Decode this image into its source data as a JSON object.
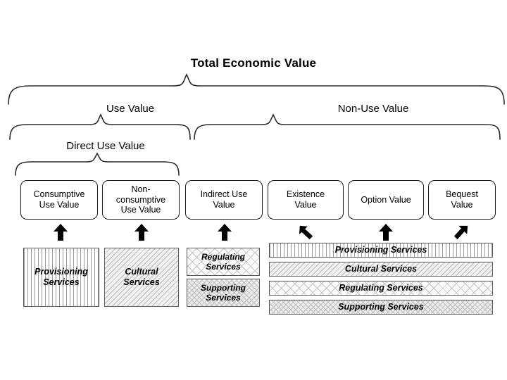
{
  "diagram": {
    "title": "Total Economic Value",
    "tiers": [
      {
        "label": "Use Value"
      },
      {
        "label": "Non-Use Value"
      },
      {
        "label": "Direct Use Value"
      }
    ],
    "value_boxes": [
      {
        "id": "consumptive-use-value",
        "lines": [
          "Consumptive",
          "Use Value"
        ]
      },
      {
        "id": "non-consumptive-use-value",
        "lines": [
          "Non-",
          "consumptive",
          "Use Value"
        ]
      },
      {
        "id": "indirect-use-value",
        "lines": [
          "Indirect Use",
          "Value"
        ]
      },
      {
        "id": "existence-value",
        "lines": [
          "Existence",
          "Value"
        ]
      },
      {
        "id": "option-value",
        "lines": [
          "Option Value"
        ]
      },
      {
        "id": "bequest-value",
        "lines": [
          "Bequest",
          "Value"
        ]
      }
    ],
    "arrows": [
      {
        "id": "arrow-consumptive",
        "direction": "up"
      },
      {
        "id": "arrow-non-consumptive",
        "direction": "up"
      },
      {
        "id": "arrow-indirect",
        "direction": "up"
      },
      {
        "id": "arrow-existence",
        "direction": "up-left"
      },
      {
        "id": "arrow-option",
        "direction": "up"
      },
      {
        "id": "arrow-bequest",
        "direction": "up-right"
      }
    ],
    "service_groups": [
      {
        "id": "services-consumptive",
        "boxes": [
          {
            "id": "svc-provisioning-1",
            "pattern": "vertical-lines",
            "lines": [
              "Provisioning",
              "Services"
            ]
          }
        ]
      },
      {
        "id": "services-non-consumptive",
        "boxes": [
          {
            "id": "svc-cultural-1",
            "pattern": "diagonal-hatch",
            "lines": [
              "Cultural",
              "Services"
            ]
          }
        ]
      },
      {
        "id": "services-indirect",
        "boxes": [
          {
            "id": "svc-regulating-1",
            "pattern": "cross-hatch",
            "lines": [
              "Regulating",
              "Services"
            ]
          },
          {
            "id": "svc-supporting-1",
            "pattern": "dense-cross-hatch",
            "lines": [
              "Supporting",
              "Services"
            ]
          }
        ]
      },
      {
        "id": "services-non-use",
        "boxes": [
          {
            "id": "svc-provisioning-2",
            "pattern": "vertical-lines",
            "lines": [
              "Provisioning Services"
            ]
          },
          {
            "id": "svc-cultural-2",
            "pattern": "diagonal-hatch",
            "lines": [
              "Cultural Services"
            ]
          },
          {
            "id": "svc-regulating-2",
            "pattern": "cross-hatch",
            "lines": [
              "Regulating Services"
            ]
          },
          {
            "id": "svc-supporting-2",
            "pattern": "dense-cross-hatch",
            "lines": [
              "Supporting Services"
            ]
          }
        ]
      }
    ],
    "colors": {
      "background": "#ffffff",
      "text": "#000000",
      "box_border": "#1a1a1a",
      "service_border": "#595959",
      "brace_stroke": "#2b2b2b"
    }
  }
}
